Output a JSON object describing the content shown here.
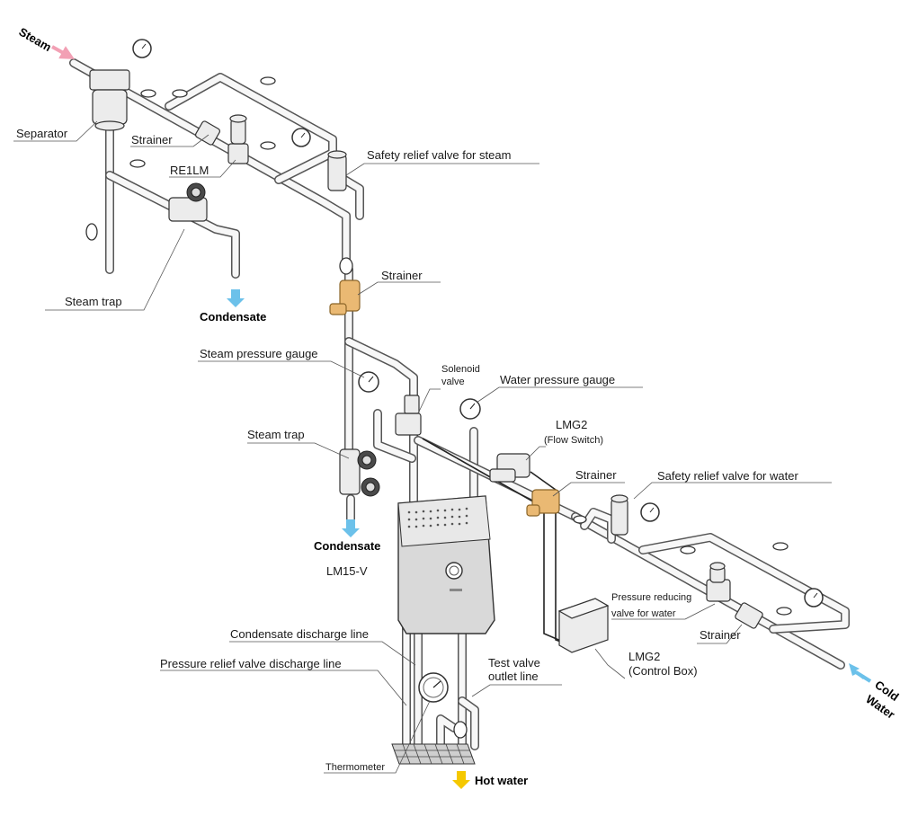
{
  "labels": {
    "steam": "Steam",
    "separator": "Separator",
    "strainer_1": "Strainer",
    "re1lm": "RE1LM",
    "safety_relief_steam": "Safety relief valve for steam",
    "steam_trap_1": "Steam trap",
    "condensate_1": "Condensate",
    "strainer_2": "Strainer",
    "steam_pressure_gauge": "Steam pressure gauge",
    "solenoid_line1": "Solenoid",
    "solenoid_line2": "valve",
    "water_pressure_gauge": "Water pressure gauge",
    "lmg2_flow_line1": "LMG2",
    "lmg2_flow_line2": "(Flow Switch)",
    "steam_trap_2": "Steam trap",
    "strainer_3": "Strainer",
    "safety_relief_water": "Safety relief valve for water",
    "condensate_2": "Condensate",
    "lm15v": "LM15-V",
    "prv_line1": "Pressure reducing",
    "prv_line2": "valve for water",
    "strainer_4": "Strainer",
    "condensate_discharge": "Condensate discharge line",
    "pressure_relief_discharge": "Pressure relief valve discharge line",
    "test_valve_line1": "Test valve",
    "test_valve_line2": "outlet line",
    "lmg2_control_line1": "LMG2",
    "lmg2_control_line2": "(Control Box)",
    "cold_line1": "Cold",
    "cold_line2": "Water",
    "thermometer": "Thermometer",
    "hot_water": "Hot water"
  },
  "colors": {
    "steam_arrow": "#f2a0b4",
    "condensate_arrow": "#6cc1ea",
    "cold_water_arrow": "#6cc1ea",
    "hot_water_arrow": "#f5c800",
    "brass": "#eab973"
  }
}
